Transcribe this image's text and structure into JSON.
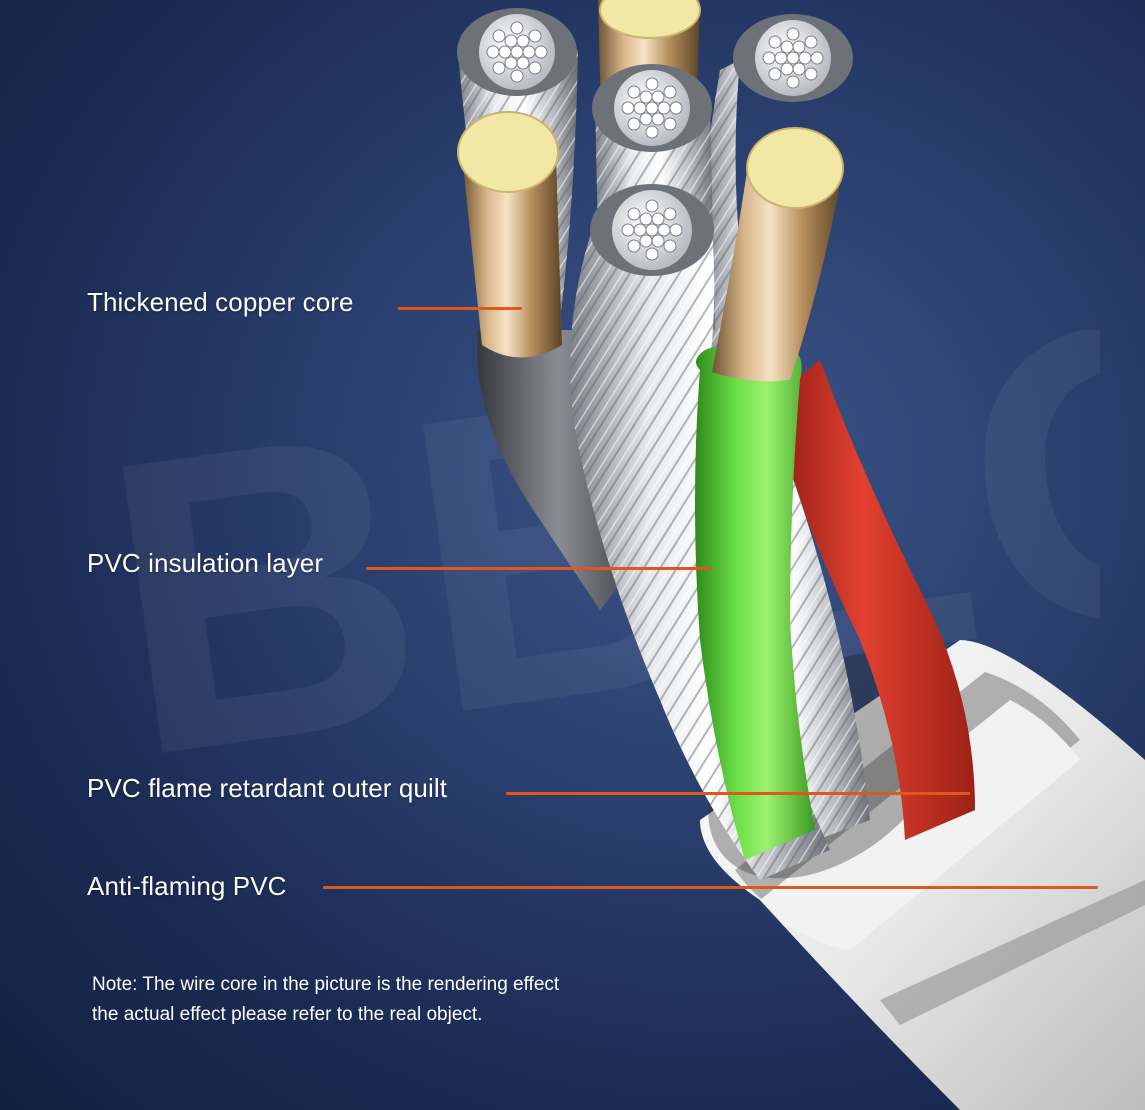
{
  "labels": {
    "copper_core": "Thickened copper core",
    "insulation": "PVC insulation layer",
    "outer_quilt": "PVC flame retardant outer quilt",
    "anti_flaming": "Anti-flaming PVC"
  },
  "note": {
    "line1": "Note: The wire core in the picture is the rendering effect",
    "line2": "the actual effect please refer to the real object."
  },
  "watermark_text": "BBLO",
  "colors": {
    "background": "#2a3f6e",
    "leader_line": "#e0571d",
    "green_wire": "#5fd23a",
    "red_wire": "#d8362a",
    "copper": "#c8a478",
    "silver_strand": "#d9dce0",
    "outer_jacket": "#ececec"
  }
}
